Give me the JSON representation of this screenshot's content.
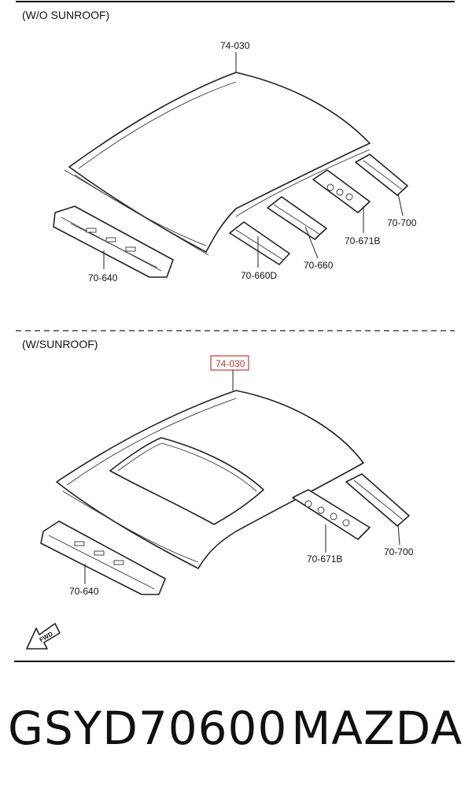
{
  "sections": {
    "without_sunroof": {
      "title": "(W/O SUNROOF)",
      "labels": {
        "roof": "74-030",
        "front_header": "70-640",
        "bow_660d": "70-660D",
        "bow_660": "70-660",
        "bow_671b": "70-671B",
        "rear_rail": "70-700"
      }
    },
    "with_sunroof": {
      "title": "(W/SUNROOF)",
      "labels": {
        "roof": "74-030",
        "front_header": "70-640",
        "bow_671b": "70-671B",
        "rear_rail": "70-700"
      },
      "highlight_color": "#d9534f"
    }
  },
  "fwd_icon": {
    "label": "FWD"
  },
  "footer": {
    "part_number": "GSYD70600",
    "brand": "MAZDA"
  }
}
